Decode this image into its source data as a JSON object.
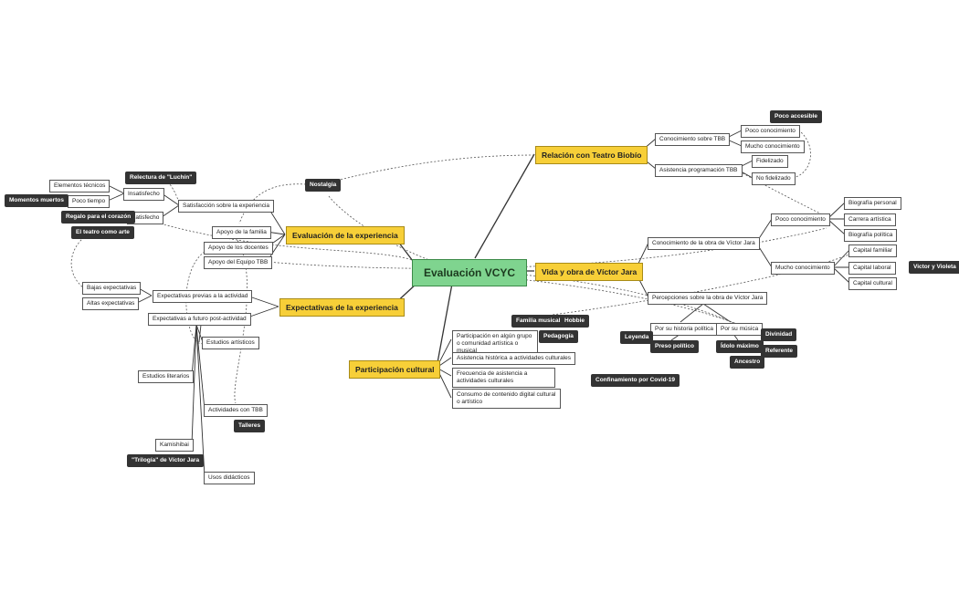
{
  "central": "Evaluación VCYC",
  "branches": {
    "relacion": "Relación con Teatro Biobío",
    "vida": "Vida y obra de Víctor Jara",
    "evaluacion": "Evaluación de la experiencia",
    "expectativas": "Expectativas de la experiencia",
    "participacion": "Participación cultural"
  },
  "relacion": {
    "conocimiento": "Conocimiento sobre TBB",
    "poco_conocimiento": "Poco conocimiento",
    "mucho_conocimiento": "Mucho conocimiento",
    "poco_accesible": "Poco accesible",
    "asistencia": "Asistencia programación TBB",
    "fidelizado": "Fidelizado",
    "no_fidelizado": "No fidelizado"
  },
  "vida": {
    "conocimiento_obra": "Conocimiento de la obra de Víctor Jara",
    "poco_conocimiento": "Poco conocimiento",
    "mucho_conocimiento": "Mucho conocimiento",
    "biografia_personal": "Biografía personal",
    "carrera_artistica": "Carrera artística",
    "biografia_politica": "Biografía política",
    "capital_familiar": "Capital familiar",
    "capital_laboral": "Capital laboral",
    "capital_cultural": "Capital cultural",
    "victor_violeta": "Victor y Violeta",
    "percepciones": "Percepciones sobre la obra de Víctor Jara",
    "historia_politica": "Por su historia política",
    "por_musica": "Por su música",
    "leyenda": "Leyenda",
    "preso_politico": "Preso político",
    "idolo_maximo": "Ídolo máximo",
    "divinidad": "Divinidad",
    "referente": "Referente",
    "ancestro": "Ancestro",
    "confinamiento": "Confinamiento por Covid-19"
  },
  "evaluacion": {
    "satisfaccion": "Satisfacción sobre la experiencia",
    "insatisfecho": "Insatisfecho",
    "satisfecho": "Satisfecho",
    "elementos_tecnicos": "Elementos técnicos",
    "poco_tiempo": "Poco tiempo",
    "momentos_muertos": "Momentos muertos",
    "relectura": "Relectura de \"Luchín\"",
    "regalo": "Regalo para el corazón",
    "teatro_arte": "El teatro como arte",
    "nostalgia": "Nostalgia",
    "apoyo_familia": "Apoyo de la familia",
    "apoyo_docentes": "Apoyo de los docentes",
    "apoyo_equipo": "Apoyo del Equipo TBB"
  },
  "expectativas": {
    "previas": "Expectativas previas a la actividad",
    "bajas": "Bajas expectativas",
    "altas": "Altas expectativas",
    "futuro": "Expectativas a futuro post-actividad",
    "estudios_artisticos": "Estudios artísticos",
    "estudios_literarios": "Estudios literarios",
    "actividades_tbb": "Actividades con TBB",
    "talleres": "Talleres",
    "kamishibai": "Kamishibai",
    "trilogia": "\"Trilogía\" de Víctor Jara",
    "usos_didacticos": "Usos didácticos"
  },
  "participacion": {
    "grupo": "Participación en algún grupo o comunidad artística o musical",
    "asistencia": "Asistencia histórica a actividades culturales",
    "frecuencia": "Frecuencia de asistencia a actividades culturales",
    "consumo": "Consumo de contenido digital cultural o artístico",
    "familia_musical": "Familia musical",
    "hobbie": "Hobbie",
    "pedagogia": "Pedagogía"
  },
  "colors": {
    "central": "#7fd48f",
    "main_topic": "#f7cf38",
    "dark_label": "#333333",
    "line": "#333333"
  }
}
